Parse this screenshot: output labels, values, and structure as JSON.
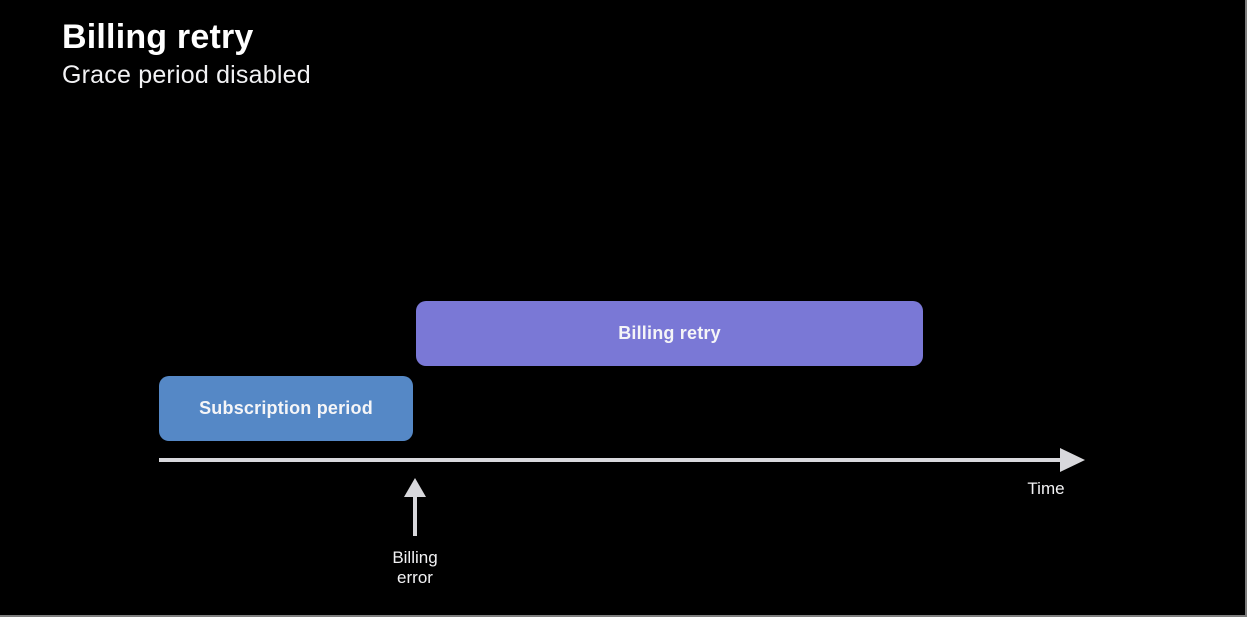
{
  "slide": {
    "title": "Billing retry",
    "subtitle": "Grace period disabled"
  },
  "diagram": {
    "boxes": [
      {
        "label": "Billing retry",
        "color": "#7a78d6"
      },
      {
        "label": "Subscription period",
        "color": "#5588c6"
      }
    ],
    "time_axis": {
      "label": "Time",
      "color": "#d8d8dc",
      "direction": "right"
    },
    "billing_error_marker": {
      "label": "Billing error",
      "arrow_direction": "up",
      "color": "#d8d8dc"
    }
  },
  "colors": {
    "background": "#000000",
    "title_text": "#ffffff",
    "body_text": "#f2f2f4",
    "billing_retry_box": "#7a78d6",
    "subscription_box": "#5588c6",
    "axis": "#d8d8dc"
  }
}
